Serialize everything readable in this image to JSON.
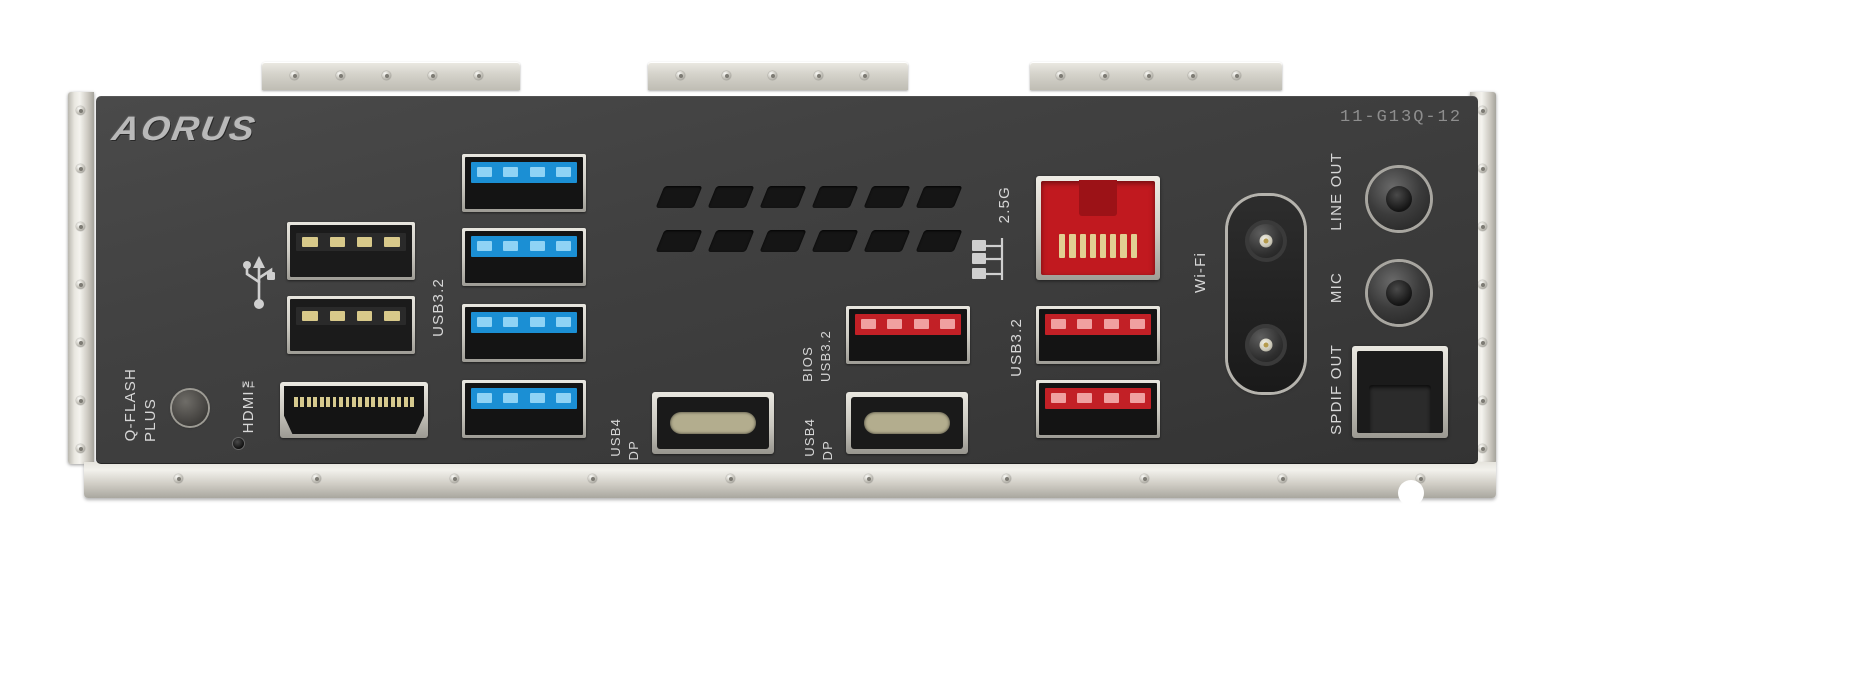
{
  "product": {
    "brand": "AORUS",
    "serial": "11-G13Q-12"
  },
  "labels": {
    "q_flash": "Q-FLASH",
    "plus": "PLUS",
    "hdmi": "HDMI™",
    "usb32_left": "USB3.2",
    "usb4_dp_1": "USB4",
    "dp_1": "DP",
    "usb4_dp_2": "USB4",
    "dp_2": "DP",
    "bios": "BIOS",
    "bios_usb32": "USB3.2",
    "usb32_right": "USB3.2",
    "lan_speed": "2.5G",
    "wifi": "Wi-Fi",
    "line_out": "LINE OUT",
    "mic": "MIC",
    "spdif_out": "SPDIF OUT"
  },
  "icons": {
    "usb_trident": "usb-trident-icon",
    "lan_network": "lan-network-icon"
  },
  "colors": {
    "usb3_blue": "#1b8fd4",
    "usb_red": "#c22026",
    "lan_red": "#c1191f",
    "plate_dark": "#3f3f3f",
    "bracket_silver": "#d6d4cc"
  },
  "ports": {
    "usb2": [
      {
        "name": "usb2-port-top"
      },
      {
        "name": "usb2-port-bottom"
      }
    ],
    "usb32_blue": [
      {
        "name": "usb32-blue-1"
      },
      {
        "name": "usb32-blue-2"
      },
      {
        "name": "usb32-blue-3"
      },
      {
        "name": "usb32-blue-4"
      }
    ],
    "usb32_red": [
      {
        "name": "usb32-red-bios"
      },
      {
        "name": "usb32-red-1"
      },
      {
        "name": "usb32-red-2"
      }
    ],
    "typec": [
      {
        "name": "usb4-typec-1"
      },
      {
        "name": "usb4-typec-2"
      }
    ],
    "hdmi": {
      "name": "hdmi-port"
    },
    "lan": {
      "name": "rj45-lan-port"
    },
    "audio": [
      {
        "name": "line-out-jack"
      },
      {
        "name": "mic-jack"
      }
    ],
    "spdif": {
      "name": "spdif-optical-port"
    },
    "wifi_antenna": [
      {
        "name": "wifi-antenna-connector-top"
      },
      {
        "name": "wifi-antenna-connector-bottom"
      }
    ]
  }
}
